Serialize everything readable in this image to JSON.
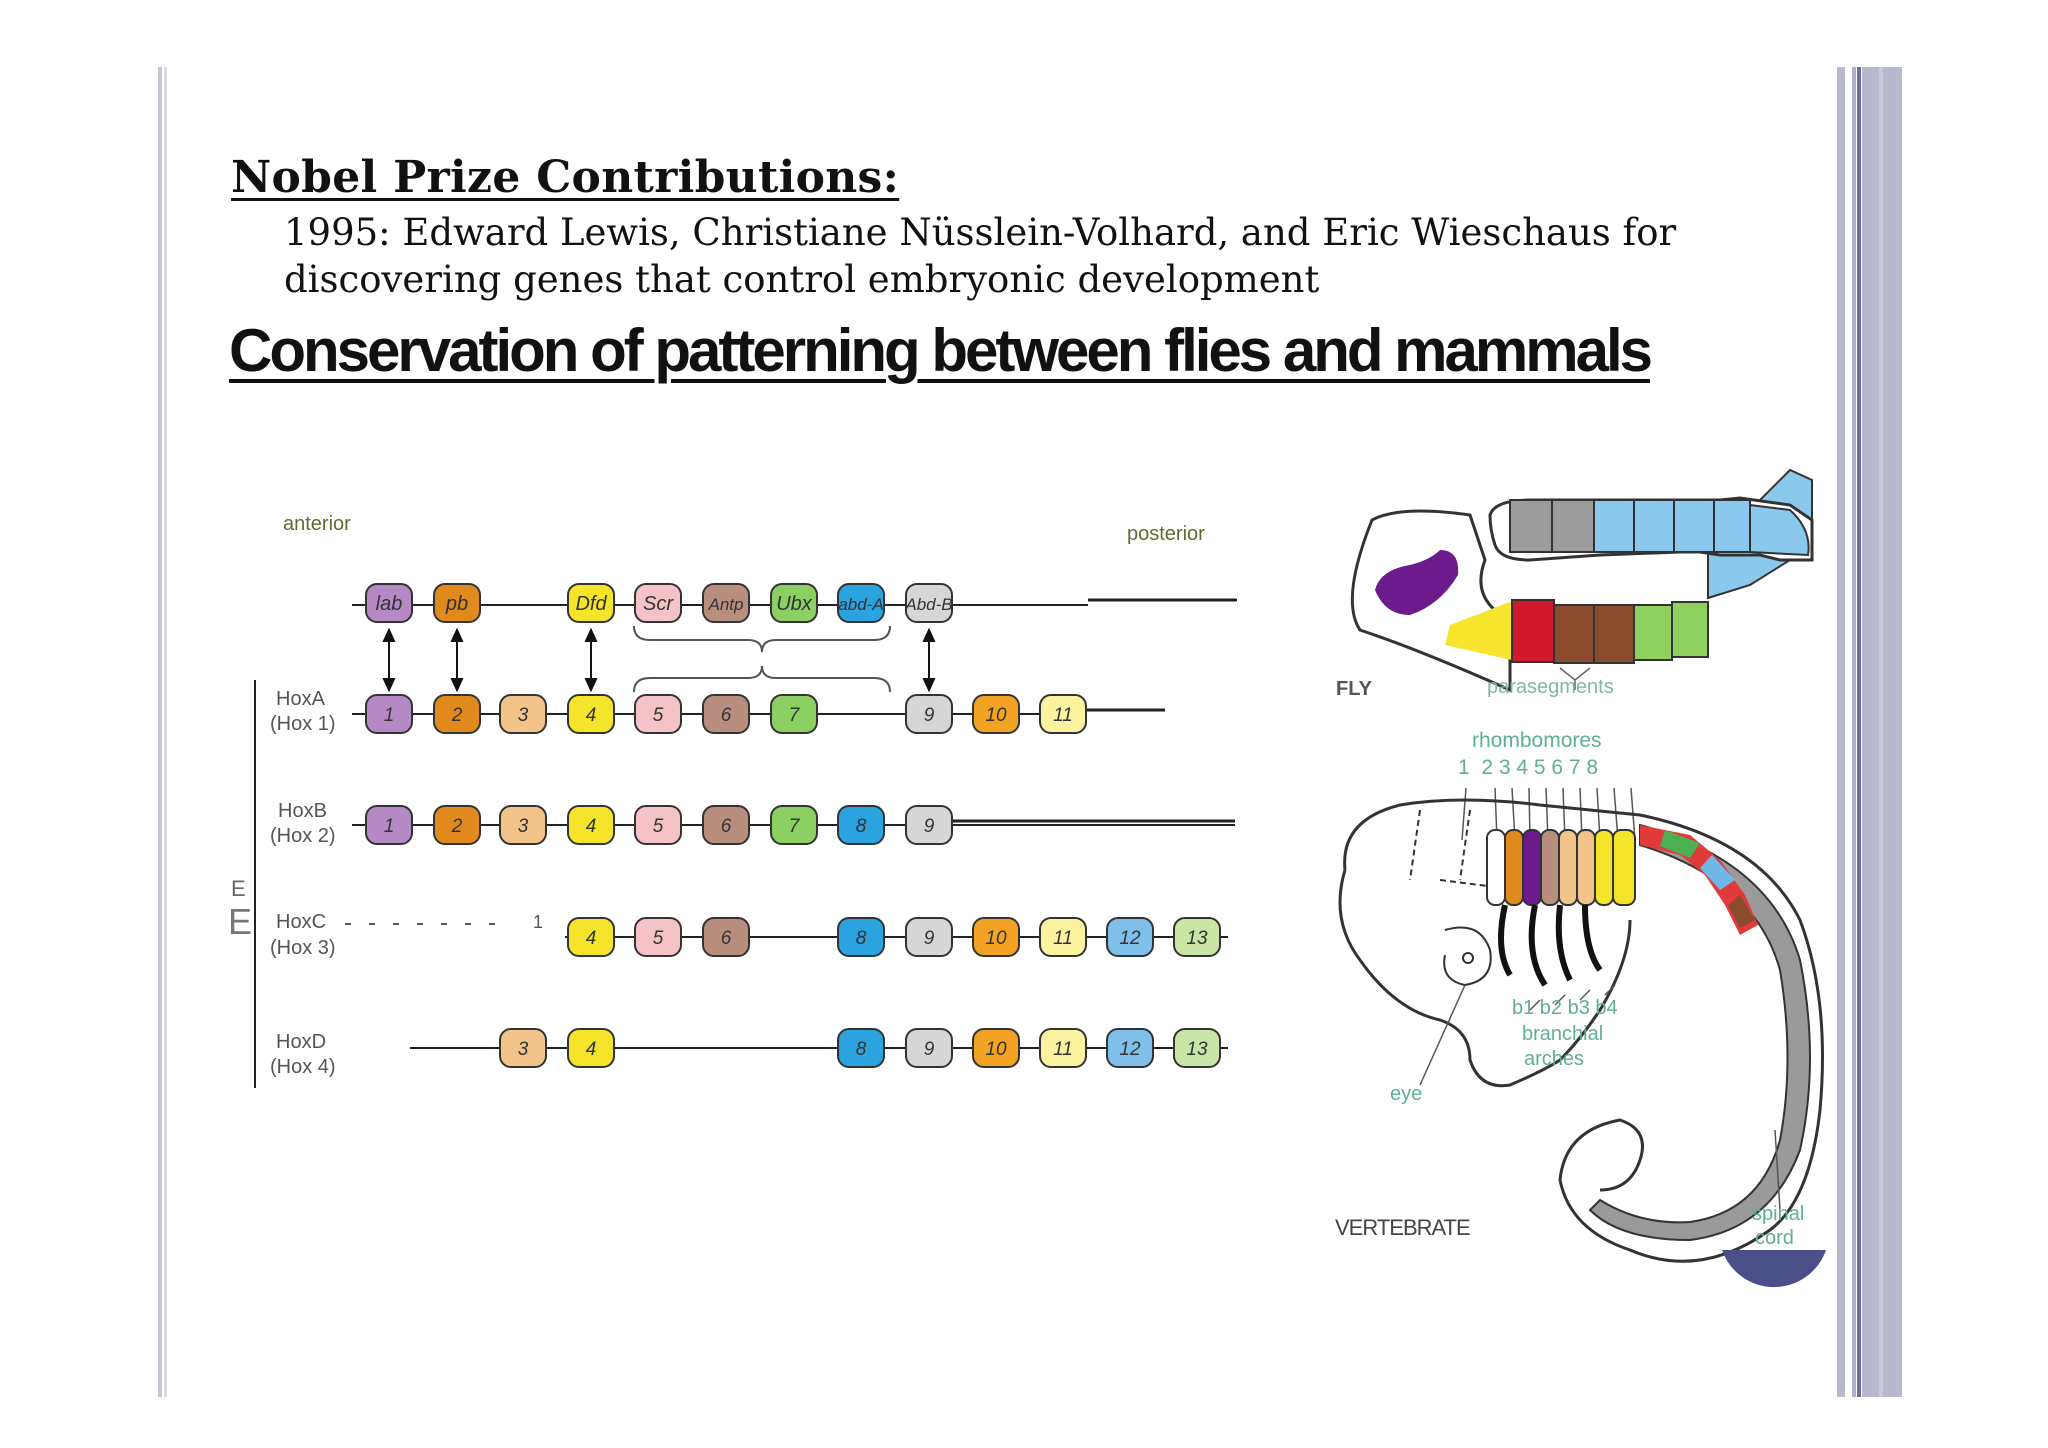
{
  "nobel": {
    "heading": "Nobel Prize Contributions:",
    "line1": "1995: Edward Lewis, Christiane Nüsslein-Volhard, and Eric Wieschaus for",
    "line2": "discovering genes that control embryonic development"
  },
  "title": "Conservation of patterning between flies and mammals",
  "hox": {
    "anterior": "anterior",
    "posterior": "posterior",
    "fly_genes": [
      "lab",
      "pb",
      "Dfd",
      "Scr",
      "Antp",
      "Ubx",
      "abd-A",
      "Abd-B"
    ],
    "clusters": [
      {
        "name": "HoxA",
        "alt": "(Hox 1)",
        "genes": [
          "1",
          "2",
          "3",
          "4",
          "5",
          "6",
          "7",
          "9",
          "10",
          "11"
        ]
      },
      {
        "name": "HoxB",
        "alt": "(Hox 2)",
        "genes": [
          "1",
          "2",
          "3",
          "4",
          "5",
          "6",
          "7",
          "8",
          "9"
        ]
      },
      {
        "name": "HoxC",
        "alt": "(Hox 3)",
        "genes": [
          "4",
          "5",
          "6",
          "8",
          "9",
          "10",
          "11",
          "12",
          "13"
        ],
        "dash_label": "1"
      },
      {
        "name": "HoxD",
        "alt": "(Hox 4)",
        "genes": [
          "3",
          "4",
          "8",
          "9",
          "10",
          "11",
          "12",
          "13"
        ]
      }
    ],
    "side_letter": "E",
    "colors": {
      "1": "#b58ac4",
      "2": "#e08a1e",
      "3": "#f3c48a",
      "4": "#f5e52a",
      "5": "#f5c2c8",
      "6": "#b88f7e",
      "7": "#8ccf63",
      "8": "#2aa3df",
      "9": "#d6d6d6",
      "10": "#f2a324",
      "11": "#fbf3a0",
      "12": "#7fc0ea",
      "13": "#c9e6a6"
    },
    "fly_colors": {
      "lab": "#b58ac4",
      "pb": "#e08a1e",
      "Dfd": "#f5e52a",
      "Scr": "#f5c2c8",
      "Antp": "#b88f7e",
      "Ubx": "#8ccf63",
      "abd-A": "#2aa3df",
      "Abd-B": "#d6d6d6"
    }
  },
  "fly": {
    "label": "FLY",
    "parasegments": "parasegments"
  },
  "vertebrate": {
    "label": "VERTEBRATE",
    "rhombomeres": "rhombomores",
    "rhombo_numbers": "1  2 3 4 5 6 7 8",
    "branchial_numbers": "b1 b2 b3 b4",
    "branchial": "branchial",
    "arches": "arches",
    "eye": "eye",
    "spinal": "spinal",
    "cord": "cord"
  }
}
